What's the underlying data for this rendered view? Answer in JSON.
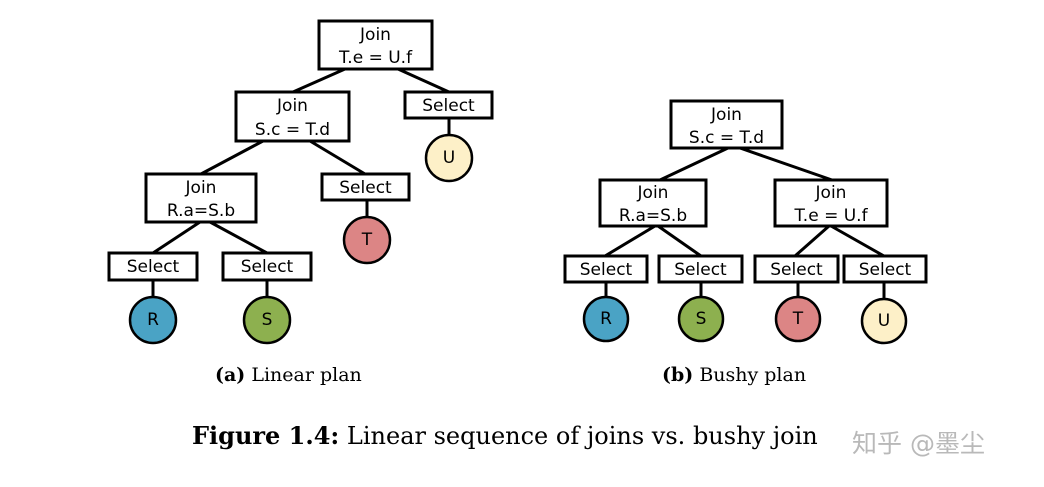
{
  "colors": {
    "relation_r": "#4aa3c5",
    "relation_s": "#8db04f",
    "relation_t": "#dc8585",
    "relation_u": "#fdf0c8"
  },
  "linear_plan": {
    "root_join": {
      "op": "Join",
      "cond": "T.e = U.f"
    },
    "join_2": {
      "op": "Join",
      "cond": "S.c = T.d"
    },
    "join_1": {
      "op": "Join",
      "cond": "R.a=S.b"
    },
    "select_u": "Select",
    "select_t": "Select",
    "select_r": "Select",
    "select_s": "Select",
    "rel_r": "R",
    "rel_s": "S",
    "rel_t": "T",
    "rel_u": "U",
    "caption_label": "(a)",
    "caption_text": "Linear plan"
  },
  "bushy_plan": {
    "root_join": {
      "op": "Join",
      "cond": "S.c = T.d"
    },
    "left_join": {
      "op": "Join",
      "cond": "R.a=S.b"
    },
    "right_join": {
      "op": "Join",
      "cond": "T.e = U.f"
    },
    "select_r": "Select",
    "select_s": "Select",
    "select_t": "Select",
    "select_u": "Select",
    "rel_r": "R",
    "rel_s": "S",
    "rel_t": "T",
    "rel_u": "U",
    "caption_label": "(b)",
    "caption_text": "Bushy plan"
  },
  "figure_caption": {
    "label": "Figure 1.4:",
    "text": "Linear sequence of joins vs. bushy join"
  },
  "watermark": "知乎 @墨尘"
}
